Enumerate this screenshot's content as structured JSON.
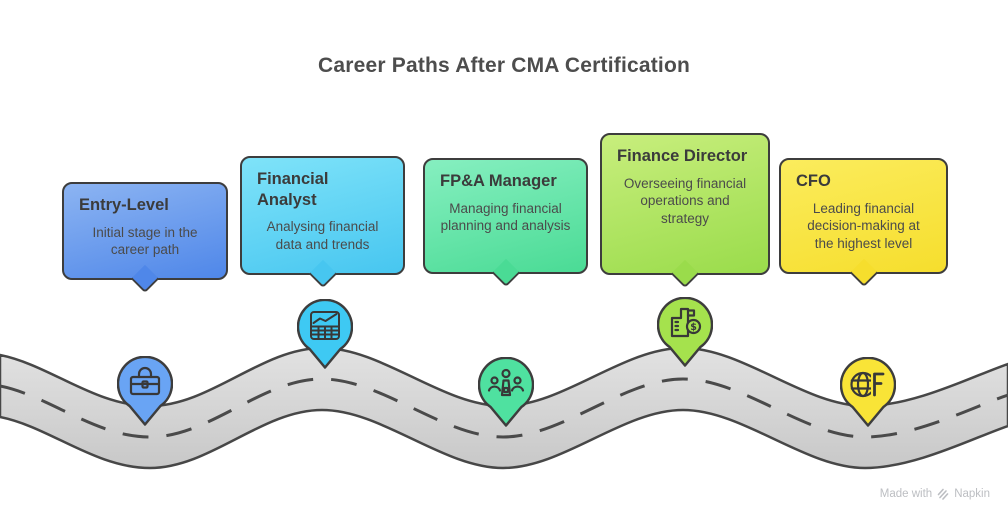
{
  "title": "Career Paths After CMA Certification",
  "stages": [
    {
      "title": "Entry-Level",
      "description": "Initial stage in the career path",
      "color_top": "#8CB4F2",
      "color_bottom": "#4F87E9",
      "pin_color": "#69A4F4",
      "icon": "briefcase-icon"
    },
    {
      "title": "Financial Analyst",
      "description": "Analysing financial data and trends",
      "color_top": "#7FE3F9",
      "color_bottom": "#47C6F0",
      "pin_color": "#3EC9F3",
      "icon": "chart-icon"
    },
    {
      "title": "FP&A Manager",
      "description": "Managing financial planning and analysis",
      "color_top": "#86EFC0",
      "color_bottom": "#4ADB95",
      "pin_color": "#4FE1A0",
      "icon": "meeting-icon"
    },
    {
      "title": "Finance Director",
      "description": "Overseeing financial operations and strategy",
      "color_top": "#C8EE7D",
      "color_bottom": "#9ADC4B",
      "pin_color": "#A5E24D",
      "icon": "building-dollar-icon"
    },
    {
      "title": "CFO",
      "description": "Leading financial decision-making at the highest level",
      "color_top": "#FBEC5D",
      "color_bottom": "#F6DE2D",
      "pin_color": "#F9E437",
      "icon": "globe-f-icon"
    }
  ],
  "road": {
    "fill_top": "#E2E2E2",
    "fill_bottom": "#C8C8C8",
    "stroke": "#474747"
  },
  "watermark": {
    "prefix": "Made with",
    "brand": "Napkin"
  }
}
